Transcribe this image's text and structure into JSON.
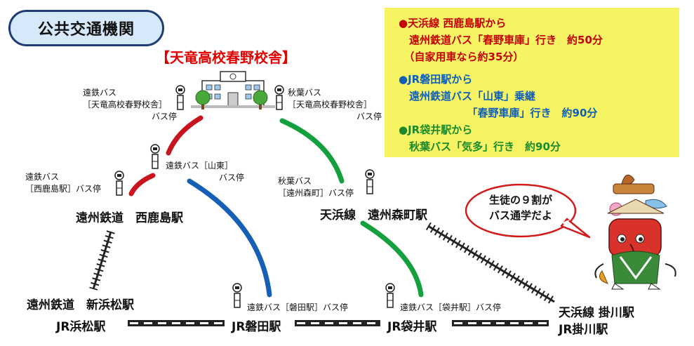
{
  "title": "公共交通機関",
  "school": "【天竜高校春野校舎】",
  "info": {
    "lines": [
      {
        "text": "●天浜線 西鹿島駅から",
        "color": "red"
      },
      {
        "text": "　遠州鉄道バス「春野車庫」行き　約50分",
        "color": "red"
      },
      {
        "text": "　（自家用車なら約35分）",
        "color": "red"
      },
      {
        "text": "",
        "color": "gap"
      },
      {
        "text": "●JR磐田駅から",
        "color": "blue"
      },
      {
        "text": "　遠州鉄道バス「山東」乗継",
        "color": "blue"
      },
      {
        "text": "　　　　　　　「春野車庫」行き　約90分",
        "color": "blue"
      },
      {
        "text": "●JR袋井駅から",
        "color": "green"
      },
      {
        "text": "　秋葉バス「気多」行き　約90分",
        "color": "green"
      }
    ]
  },
  "bus_stops": {
    "enshu_school": [
      "遠鉄バス",
      "［天竜高校春野校舎］",
      "バス停"
    ],
    "akiha_school": [
      "秋葉バス",
      "［天竜高校春野校舎］",
      "バス停"
    ],
    "santo": [
      "遠鉄バス［山東］",
      "バス停"
    ],
    "nishikajima": [
      "遠鉄バス",
      "［西鹿島駅］バス停"
    ],
    "enshu_morimachi": [
      "秋葉バス",
      "［遠州森町］バス停"
    ],
    "iwata": "遠鉄バス［磐田駅］バス停",
    "fukuroi": "遠鉄バス［袋井駅］バス停"
  },
  "stations": {
    "nishikajima": "遠州鉄道　西鹿島駅",
    "morimachi": "天浜線　遠州森町駅",
    "shinhamamatsu": "遠州鉄道　新浜松駅",
    "jr_hamamatsu": "JR浜松駅",
    "jr_iwata": "JR磐田駅",
    "jr_fukuroi": "JR袋井駅",
    "kakegawa_1": "天浜線 掛川駅",
    "kakegawa_2": "JR掛川駅"
  },
  "bubble": [
    "生徒の９割が",
    "バス通学だよ"
  ],
  "colors": {
    "red_route": "#c8141e",
    "blue_route": "#1560b6",
    "green_route": "#14a03c",
    "note_bg": "#f7f464",
    "title_bg": "#d6e9fb"
  }
}
